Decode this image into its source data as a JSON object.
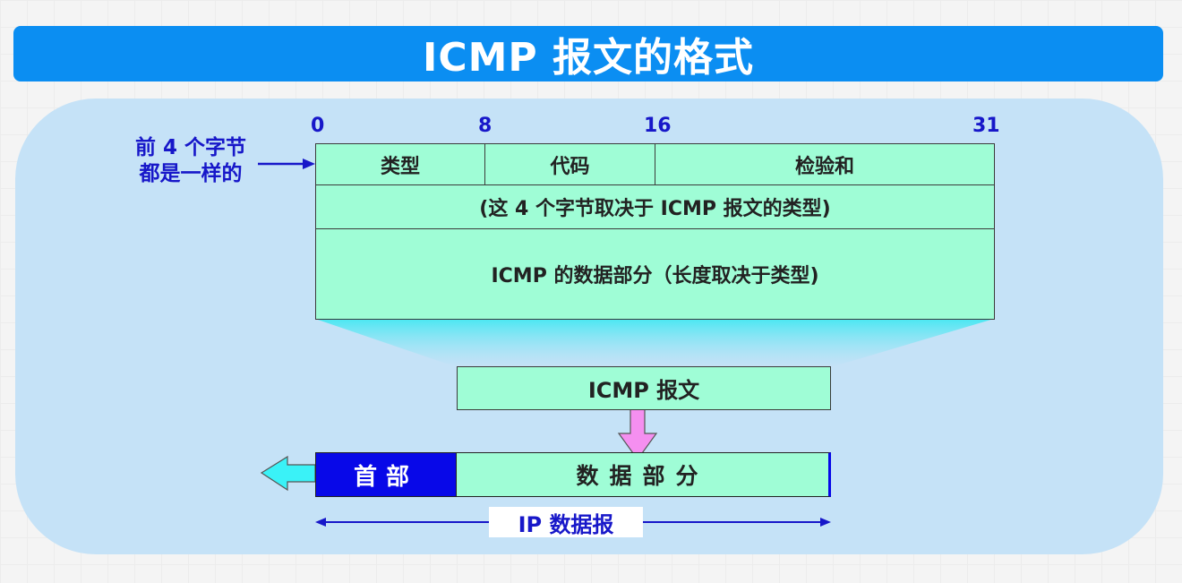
{
  "title": "ICMP 报文的格式",
  "bits": {
    "b0": "0",
    "b8": "8",
    "b16": "16",
    "b31": "31"
  },
  "side_note": {
    "line1": "前 4 个字节",
    "line2": "都是一样的"
  },
  "fields": {
    "type": "类型",
    "code": "代码",
    "checksum": "检验和",
    "row2": "(这 4 个字节取决于 ICMP 报文的类型)",
    "data": "ICMP 的数据部分（长度取决于类型)"
  },
  "icmp_message": "ICMP 报文",
  "ip_datagram": {
    "header": "首部",
    "data": "数据部分",
    "label": "IP 数据报"
  },
  "colors": {
    "title_bar": "#0b8ef2",
    "panel": "#c5e2f7",
    "field_fill": "#9ffdd6",
    "header_fill": "#0808e8",
    "label_blue": "#1717c9",
    "down_arrow": "#f58ff0",
    "left_arrow": "#3af2f7"
  }
}
